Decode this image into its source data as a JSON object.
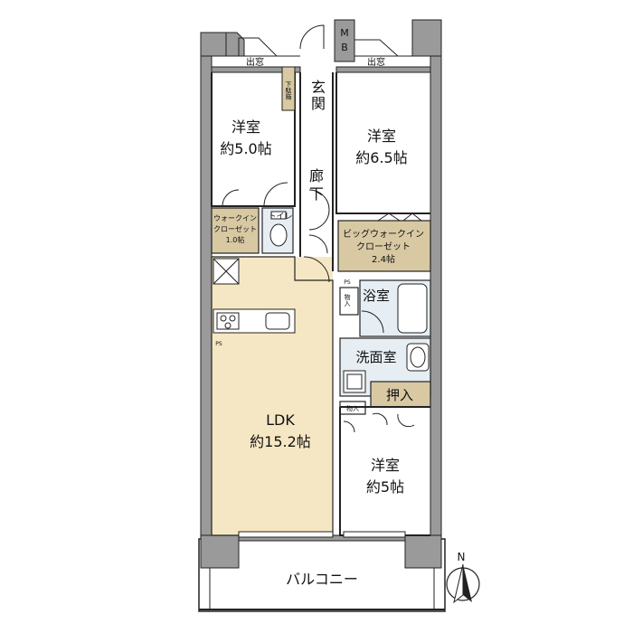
{
  "labels": {
    "bed1_name": "洋室",
    "bed1_size": "約5.0帖",
    "bed2_name": "洋室",
    "bed2_size": "約6.5帖",
    "bed3_name": "洋室",
    "bed3_size": "約5帖",
    "ldk_name": "LDK",
    "ldk_size": "約15.2帖",
    "entrance": "玄関",
    "shoe_box": "下駄箱",
    "hallway": "廊下",
    "wic1_line1": "ウォークイン",
    "wic1_line2": "クローゼット",
    "wic1_size": "1.0帖",
    "toilet": "トイレ",
    "wic2_line1": "ビッグウォークイン",
    "wic2_line2": "クローゼット",
    "wic2_size": "2.4帖",
    "bath": "浴室",
    "washroom": "洗面室",
    "oshiire": "押入",
    "storage": "物入",
    "storage2": "物入",
    "bay_left": "出窓",
    "bay_right": "出窓",
    "mb": "MB",
    "ps1": "PS",
    "ps2": "PS",
    "balcony": "バルコニー",
    "north": "N"
  },
  "colors": {
    "wall": "#9a9a9a",
    "ldk_floor": "#f6e7c4",
    "closet_floor": "#d8c9a3",
    "wet_floor": "#e6eef3",
    "line": "#222222"
  }
}
